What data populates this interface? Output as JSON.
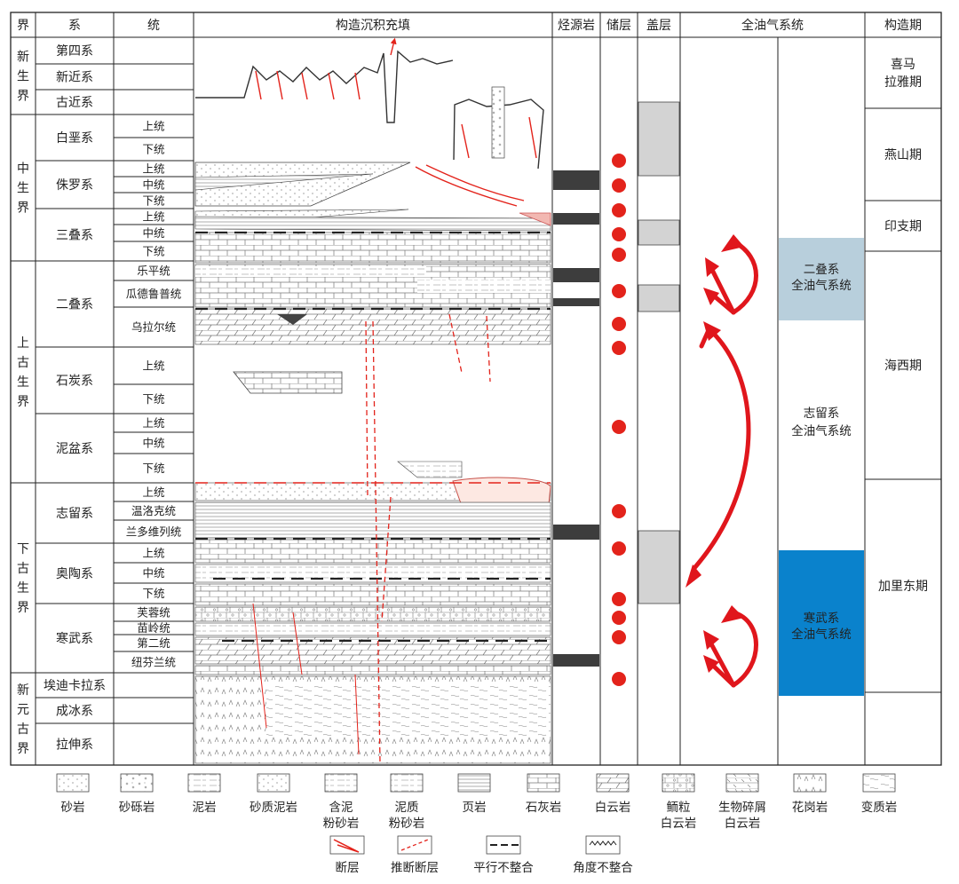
{
  "headers": {
    "jie": "界",
    "xi": "系",
    "tong": "统",
    "structure": "构造沉积充填",
    "source": "烃源岩",
    "reservoir": "储层",
    "cap": "盖层",
    "petroleum_system": "全油气系统",
    "tectonic": "构造期"
  },
  "eras": [
    {
      "name": "新生界"
    },
    {
      "name": "中生界"
    },
    {
      "name": "上古生界"
    },
    {
      "name": "下古生界"
    },
    {
      "name": "新元古界"
    }
  ],
  "systems": [
    {
      "name": "第四系"
    },
    {
      "name": "新近系"
    },
    {
      "name": "古近系"
    },
    {
      "name": "白垩系"
    },
    {
      "name": "侏罗系"
    },
    {
      "name": "三叠系"
    },
    {
      "name": "二叠系"
    },
    {
      "name": "石炭系"
    },
    {
      "name": "泥盆系"
    },
    {
      "name": "志留系"
    },
    {
      "name": "奥陶系"
    },
    {
      "name": "寒武系"
    },
    {
      "name": "埃迪卡拉系"
    },
    {
      "name": "成冰系"
    },
    {
      "name": "拉伸系"
    }
  ],
  "series": [
    {
      "name": "上统"
    },
    {
      "name": "下统"
    },
    {
      "name": "上统"
    },
    {
      "name": "中统"
    },
    {
      "name": "下统"
    },
    {
      "name": "上统"
    },
    {
      "name": "中统"
    },
    {
      "name": "下统"
    },
    {
      "name": "乐平统"
    },
    {
      "name": "瓜德鲁普统"
    },
    {
      "name": "乌拉尔统"
    },
    {
      "name": "上统"
    },
    {
      "name": "下统"
    },
    {
      "name": "上统"
    },
    {
      "name": "中统"
    },
    {
      "name": "下统"
    },
    {
      "name": "上统"
    },
    {
      "name": "温洛克统"
    },
    {
      "name": "兰多维列统"
    },
    {
      "name": "上统"
    },
    {
      "name": "中统"
    },
    {
      "name": "下统"
    },
    {
      "name": "芙蓉统"
    },
    {
      "name": "苗岭统"
    },
    {
      "name": "第二统"
    },
    {
      "name": "纽芬兰统"
    }
  ],
  "petroleum_systems": {
    "permian": [
      "二叠系",
      "全油气系统"
    ],
    "silurian": [
      "志留系",
      "全油气系统"
    ],
    "cambrian": [
      "寒武系",
      "全油气系统"
    ]
  },
  "tectonic_periods": [
    {
      "name": [
        "喜马",
        "拉雅期"
      ]
    },
    {
      "name": [
        "燕山期"
      ]
    },
    {
      "name": [
        "印支期"
      ]
    },
    {
      "name": [
        "海西期"
      ]
    },
    {
      "name": [
        "加里东期"
      ]
    }
  ],
  "legend": [
    {
      "label": [
        "砂岩"
      ]
    },
    {
      "label": [
        "砂砾岩"
      ]
    },
    {
      "label": [
        "泥岩"
      ]
    },
    {
      "label": [
        "砂质泥岩"
      ]
    },
    {
      "label": [
        "含泥",
        "粉砂岩"
      ]
    },
    {
      "label": [
        "泥质",
        "粉砂岩"
      ]
    },
    {
      "label": [
        "页岩"
      ]
    },
    {
      "label": [
        "石灰岩"
      ]
    },
    {
      "label": [
        "白云岩"
      ]
    },
    {
      "label": [
        "鲕粒",
        "白云岩"
      ]
    },
    {
      "label": [
        "生物碎屑",
        "白云岩"
      ]
    },
    {
      "label": [
        "花岗岩"
      ]
    },
    {
      "label": [
        "变质岩"
      ]
    }
  ],
  "legend_row2": [
    {
      "label": "断层"
    },
    {
      "label": "推断断层"
    },
    {
      "label": "平行不整合"
    },
    {
      "label": "角度不整合"
    }
  ],
  "colors": {
    "fault_red": "#e3231b",
    "arrow_red": "#e0161c",
    "cap_gray": "#d3d3d3",
    "source_dark": "#3d3d3d",
    "permian_system": "#b8cfdc",
    "cambrian_system": "#0a82cc"
  }
}
